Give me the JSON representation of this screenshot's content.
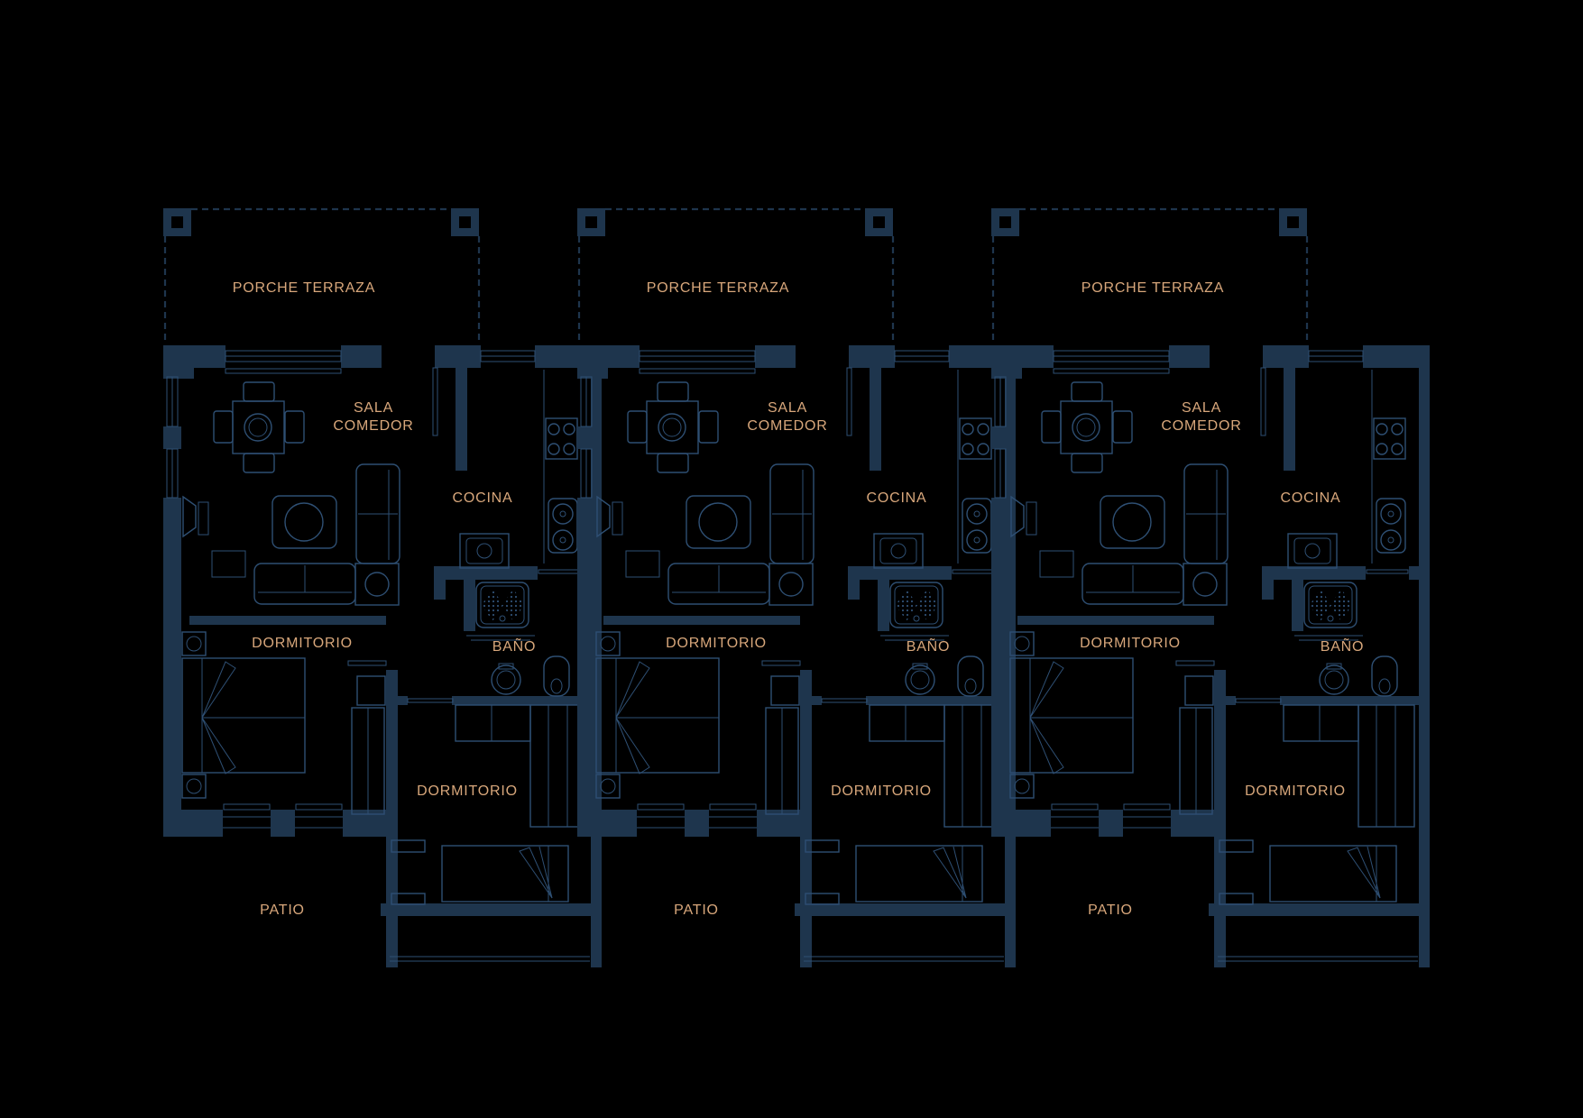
{
  "page": {
    "title": "Floor plan – three townhouse units"
  },
  "colors": {
    "background": "#000000",
    "wall": "#1e354d",
    "line": "#2e4f73",
    "label": "#d8a77b"
  },
  "units": [
    {
      "name": "unit-1",
      "rooms": [
        {
          "name": "porch-terrace",
          "label": "PORCHE TERRAZA"
        },
        {
          "name": "living-dining",
          "label": "SALA COMEDOR",
          "line1": "SALA",
          "line2": "COMEDOR"
        },
        {
          "name": "kitchen",
          "label": "COCINA"
        },
        {
          "name": "main-bedroom",
          "label": "DORMITORIO"
        },
        {
          "name": "bathroom",
          "label": "BAÑO"
        },
        {
          "name": "second-bedroom",
          "label": "DORMITORIO"
        },
        {
          "name": "patio",
          "label": "PATIO"
        }
      ]
    },
    {
      "name": "unit-2",
      "rooms": [
        {
          "name": "porch-terrace",
          "label": "PORCHE TERRAZA"
        },
        {
          "name": "living-dining",
          "label": "SALA COMEDOR",
          "line1": "SALA",
          "line2": "COMEDOR"
        },
        {
          "name": "kitchen",
          "label": "COCINA"
        },
        {
          "name": "main-bedroom",
          "label": "DORMITORIO"
        },
        {
          "name": "bathroom",
          "label": "BAÑO"
        },
        {
          "name": "second-bedroom",
          "label": "DORMITORIO"
        },
        {
          "name": "patio",
          "label": "PATIO"
        }
      ]
    },
    {
      "name": "unit-3",
      "rooms": [
        {
          "name": "porch-terrace",
          "label": "PORCHE TERRAZA"
        },
        {
          "name": "living-dining",
          "label": "SALA COMEDOR",
          "line1": "SALA",
          "line2": "COMEDOR"
        },
        {
          "name": "kitchen",
          "label": "COCINA"
        },
        {
          "name": "main-bedroom",
          "label": "DORMITORIO"
        },
        {
          "name": "bathroom",
          "label": "BAÑO"
        },
        {
          "name": "second-bedroom",
          "label": "DORMITORIO"
        },
        {
          "name": "patio",
          "label": "PATIO"
        }
      ]
    }
  ]
}
